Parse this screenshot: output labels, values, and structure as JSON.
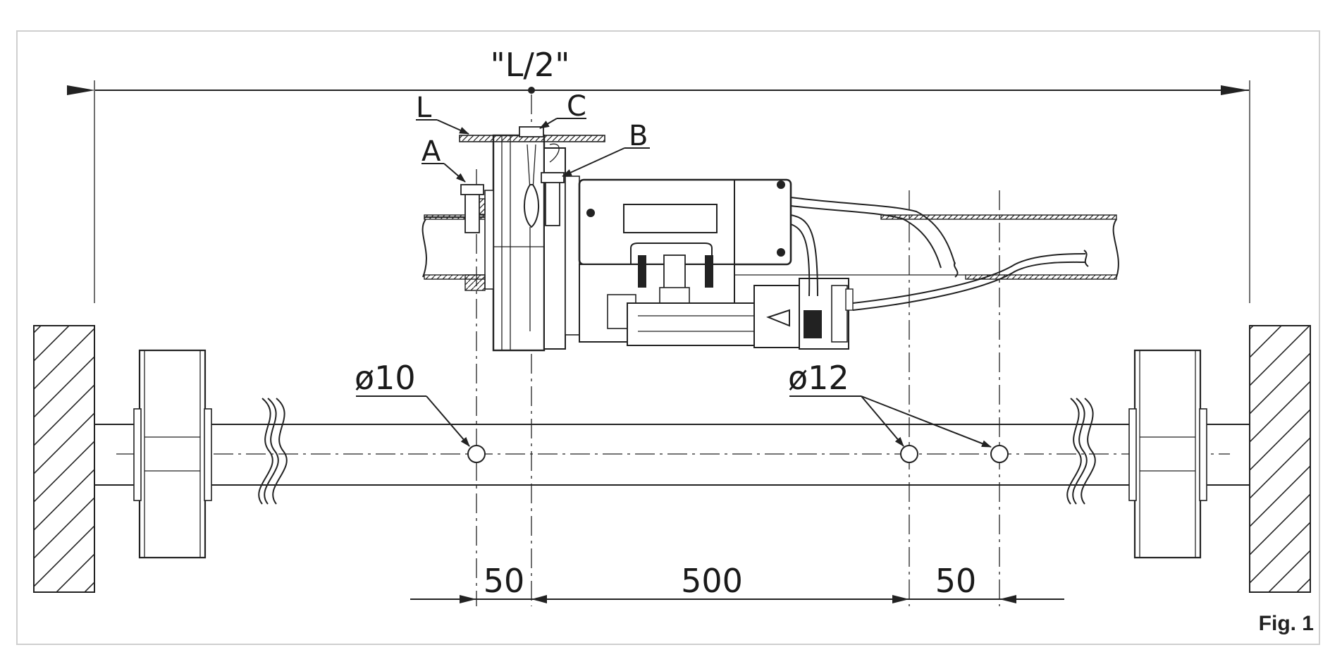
{
  "figure": {
    "caption": "Fig. 1",
    "center_label": "\"L/2\"",
    "part_labels": {
      "a": "A",
      "b": "B",
      "c": "C",
      "l": "L"
    },
    "hole_labels": {
      "left": "ø10",
      "right": "ø12"
    },
    "dimensions": [
      "50",
      "500",
      "50"
    ]
  }
}
